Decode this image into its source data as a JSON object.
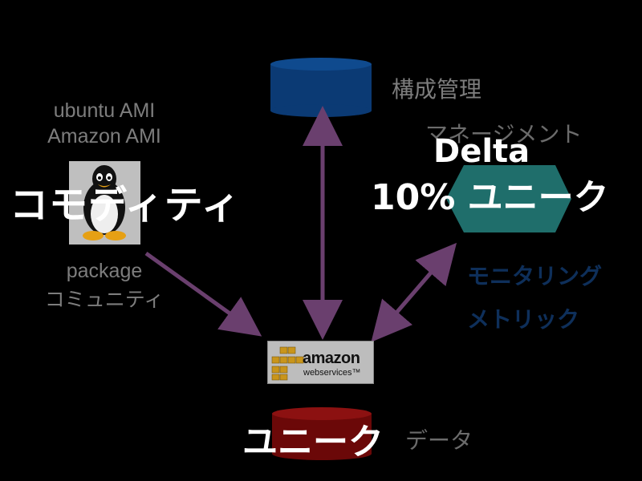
{
  "left": {
    "line1": "ubuntu AMI",
    "line2": "Amazon AMI",
    "overlay": "コモディティ",
    "package": "package",
    "community": "コミュニティ"
  },
  "top": {
    "config": "構成管理",
    "management": "マネージメント"
  },
  "delta": {
    "title": "Delta",
    "subtitle": "10% ユニーク"
  },
  "right": {
    "monitoring": "モニタリング",
    "metrics": "メトリック"
  },
  "bottom": {
    "unique": "ユニーク",
    "data": "データ"
  },
  "aws": {
    "word": "amazon",
    "sub": "webservices™"
  },
  "colors": {
    "arrow": "#6a3f6e",
    "db_top": "#0b3a74",
    "db_bottom": "#7a0b0b",
    "hexagon": "#1f6e6b",
    "monitor_text": "#0e2f5a"
  }
}
